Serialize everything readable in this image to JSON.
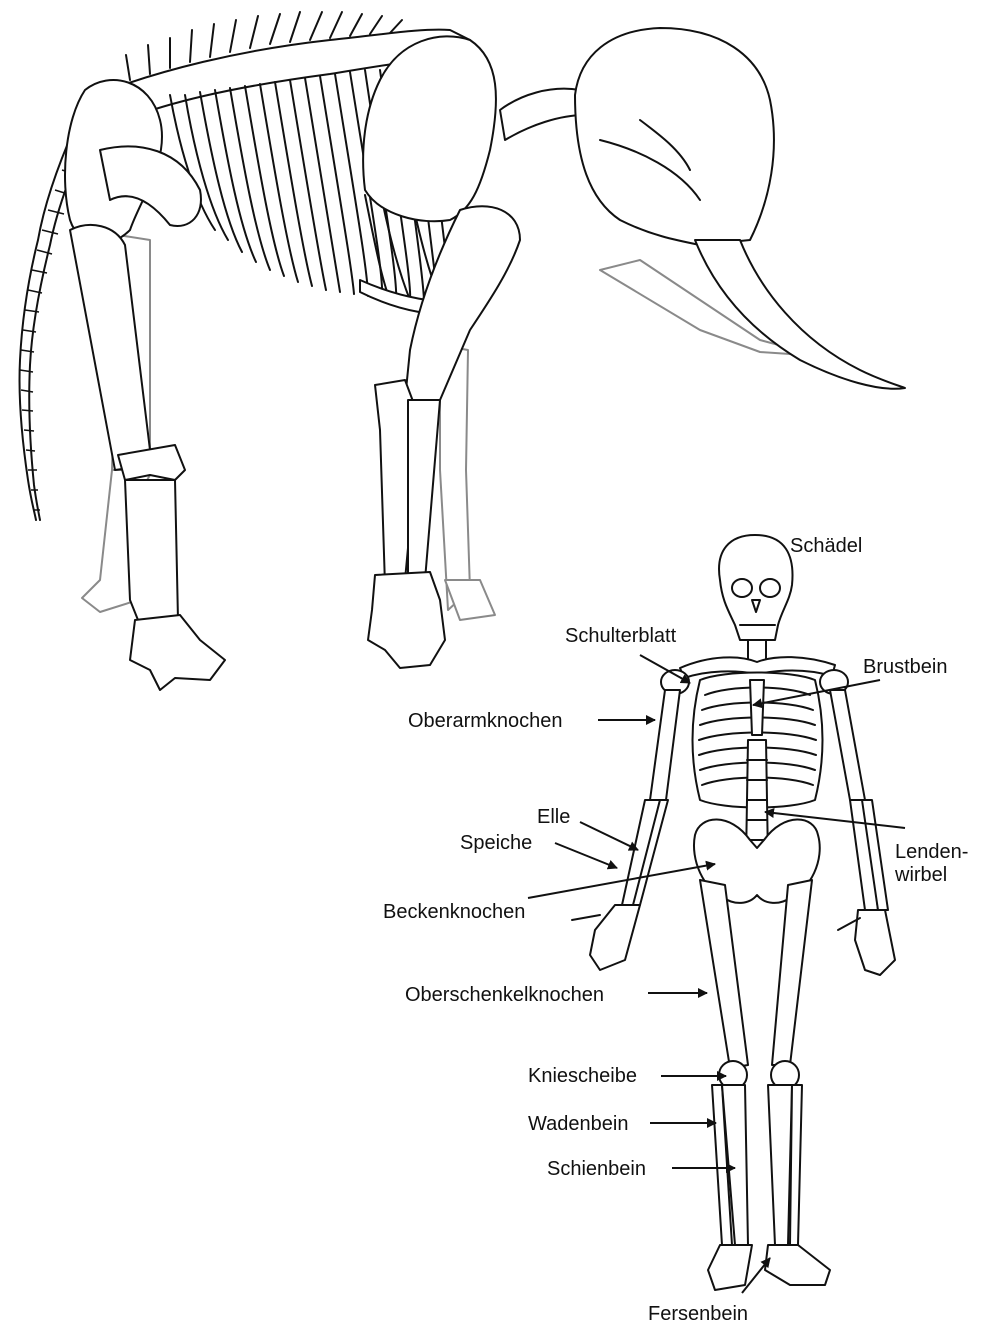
{
  "labels": {
    "schaedel": "Schädel",
    "schulterblatt": "Schulterblatt",
    "brustbein": "Brustbein",
    "oberarmknochen": "Oberarmknochen",
    "elle": "Elle",
    "speiche": "Speiche",
    "lenden_line1": "Lenden-",
    "lenden_line2": "wirbel",
    "beckenknochen": "Beckenknochen",
    "oberschenkelknochen": "Oberschenkelknochen",
    "kniescheibe": "Kniescheibe",
    "wadenbein": "Wadenbein",
    "schienbein": "Schienbein",
    "fersenbein": "Fersenbein"
  },
  "colors": {
    "line": "#111111",
    "back_bones": "#8a8a8a",
    "background": "#ffffff"
  }
}
